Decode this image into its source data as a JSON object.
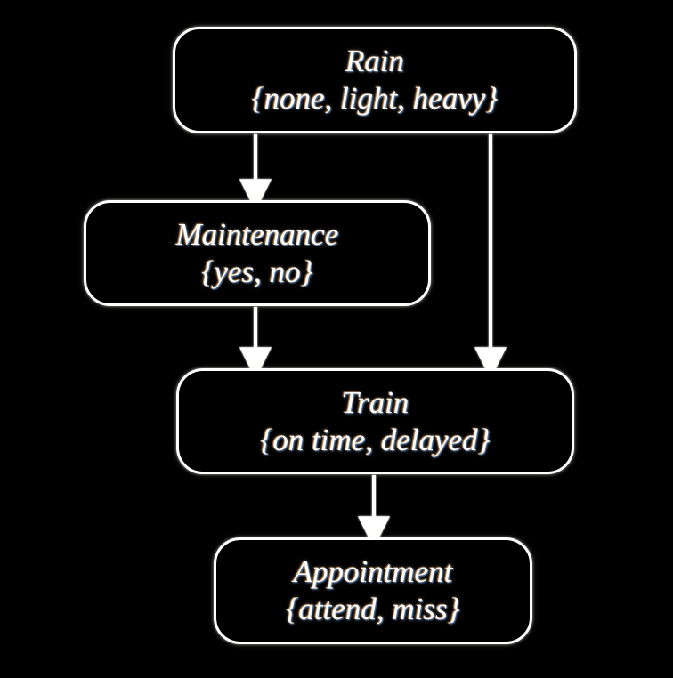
{
  "diagram": {
    "type": "bayesian-network",
    "background_color": "#000000",
    "node_border_color": "#ffffff",
    "text_color": "#ffffff",
    "edge_color": "#ffffff",
    "nodes": [
      {
        "id": "rain",
        "title": "Rain",
        "states": "{none, light, heavy}"
      },
      {
        "id": "maintenance",
        "title": "Maintenance",
        "states": "{yes, no}"
      },
      {
        "id": "train",
        "title": "Train",
        "states": "{on time, delayed}"
      },
      {
        "id": "appointment",
        "title": "Appointment",
        "states": "{attend, miss}"
      }
    ],
    "edges": [
      {
        "from": "rain",
        "to": "maintenance"
      },
      {
        "from": "rain",
        "to": "train"
      },
      {
        "from": "maintenance",
        "to": "train"
      },
      {
        "from": "train",
        "to": "appointment"
      }
    ]
  }
}
